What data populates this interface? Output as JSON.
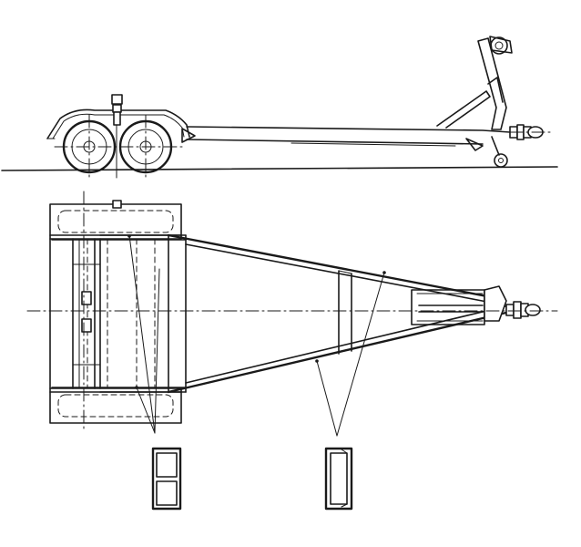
{
  "drawing": {
    "views": [
      "side-elevation",
      "plan-view"
    ],
    "details": [
      "section-double-box",
      "section-single-box"
    ]
  },
  "colors": {
    "ink": "#1a1a1a",
    "paper": "#ffffff"
  }
}
